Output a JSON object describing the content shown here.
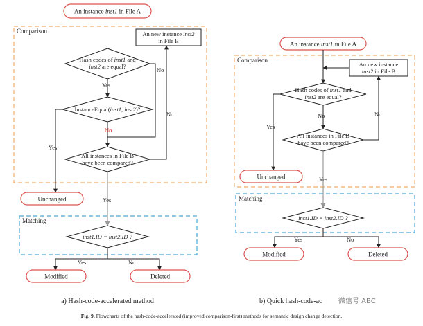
{
  "left": {
    "start": {
      "pre": "An instance ",
      "ital": "inst1",
      "post": " in File A"
    },
    "comparison_label": "Comparison",
    "new_instance": {
      "line1_pre": "An new instance ",
      "line1_ital": "inst2",
      "line2": "in File B"
    },
    "hash_decision": {
      "line1_pre": "Hash codes of ",
      "line1_ital": "inst1",
      "line1_post": " and",
      "line2_ital": "inst2",
      "line2_post": " are equal?"
    },
    "yes1": "Yes",
    "no1": "No",
    "equal_decision": {
      "pre": "InstanceEqual(",
      "ital": "inst1, inst2",
      "post": ")?"
    },
    "no2": "No",
    "yes2": "Yes",
    "all_decision": {
      "line1": "All instances in File B",
      "line2": "have been compared?"
    },
    "no3": "No",
    "yes3": "Yes",
    "unchanged": "Unchanged",
    "matching_label": "Matching",
    "match_decision": "inst1.ID = inst2.ID ?",
    "yes4": "Yes",
    "no4": "No",
    "modified": "Modified",
    "deleted": "Deleted",
    "caption": "a) Hash-code-accelerated method"
  },
  "right": {
    "start": {
      "pre": "An instance ",
      "ital": "inst1",
      "post": " in File A"
    },
    "comparison_label": "Comparison",
    "new_instance": {
      "line1": "An new instance",
      "line2_ital": "inst2",
      "line2_post": " in File B"
    },
    "hash_decision": {
      "line1_pre": "Hash codes of ",
      "line1_ital": "inst1",
      "line1_post": " and",
      "line2_ital": "inst2",
      "line2_post": " are equal?"
    },
    "no1": "No",
    "yes1": "Yes",
    "all_decision": {
      "line1": "All instances in File B",
      "line2": "have been compared?"
    },
    "no2": "No",
    "yes2": "Yes",
    "unchanged": "Unchanged",
    "matching_label": "Matching",
    "match_decision": "inst1.ID = inst2.ID ?",
    "yes3": "Yes",
    "no3": "No",
    "modified": "Modified",
    "deleted": "Deleted",
    "caption": "b) Quick hash-code-ac"
  },
  "watermark": "微信号 ABC",
  "figure_caption": {
    "label": "Fig. 9.",
    "text": " Flowcharts of the hash-code-accelerated (improved comparison-first) methods for semantic design change detection."
  },
  "colors": {
    "terminal": "#d9534f",
    "comparison_box": "#f0ad6e",
    "matching_box": "#4aa8d8",
    "no_highlight": "#d9201f"
  }
}
